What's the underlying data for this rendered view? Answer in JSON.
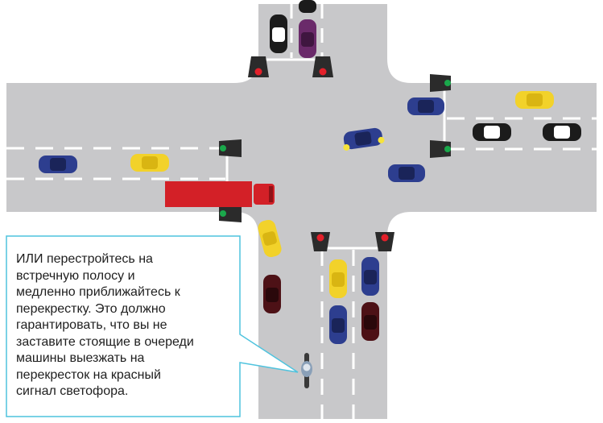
{
  "callout": {
    "lines": [
      "ИЛИ перестройтесь на",
      "встречную полосу и",
      "медленно приближайтесь к",
      "перекрестку. Это должно",
      "гарантировать, что вы не",
      "заставите стоящие в очереди",
      "машины выезжать на",
      "перекресток на красный",
      "сигнал светофора."
    ]
  },
  "colors": {
    "road": "#c8c8ca",
    "lane_marking": "#ffffff",
    "truck": "#d32027",
    "callout_border": "#4fc3de",
    "signal_red": "#e3202a",
    "signal_green": "#1aa84b"
  },
  "traffic_lights": [
    {
      "position": "north-left",
      "state": "red"
    },
    {
      "position": "north-right",
      "state": "red"
    },
    {
      "position": "east-top",
      "state": "green"
    },
    {
      "position": "east-bottom",
      "state": "green"
    },
    {
      "position": "west-top",
      "state": "green"
    },
    {
      "position": "west-bottom",
      "state": "green"
    },
    {
      "position": "south-left",
      "state": "red"
    },
    {
      "position": "south-right",
      "state": "red"
    }
  ]
}
